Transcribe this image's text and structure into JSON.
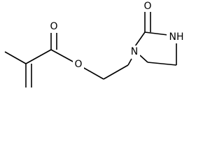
{
  "molecule": {
    "atom_labels": {
      "carbonyl_oxygen": "O",
      "ester_oxygen": "O",
      "ring_nitrogen_1": "N",
      "ring_nitrogen_2": "NH",
      "urea_oxygen": "O"
    }
  },
  "colors": {
    "bond": "#000000",
    "label": "#000000",
    "background": "#ffffff"
  }
}
